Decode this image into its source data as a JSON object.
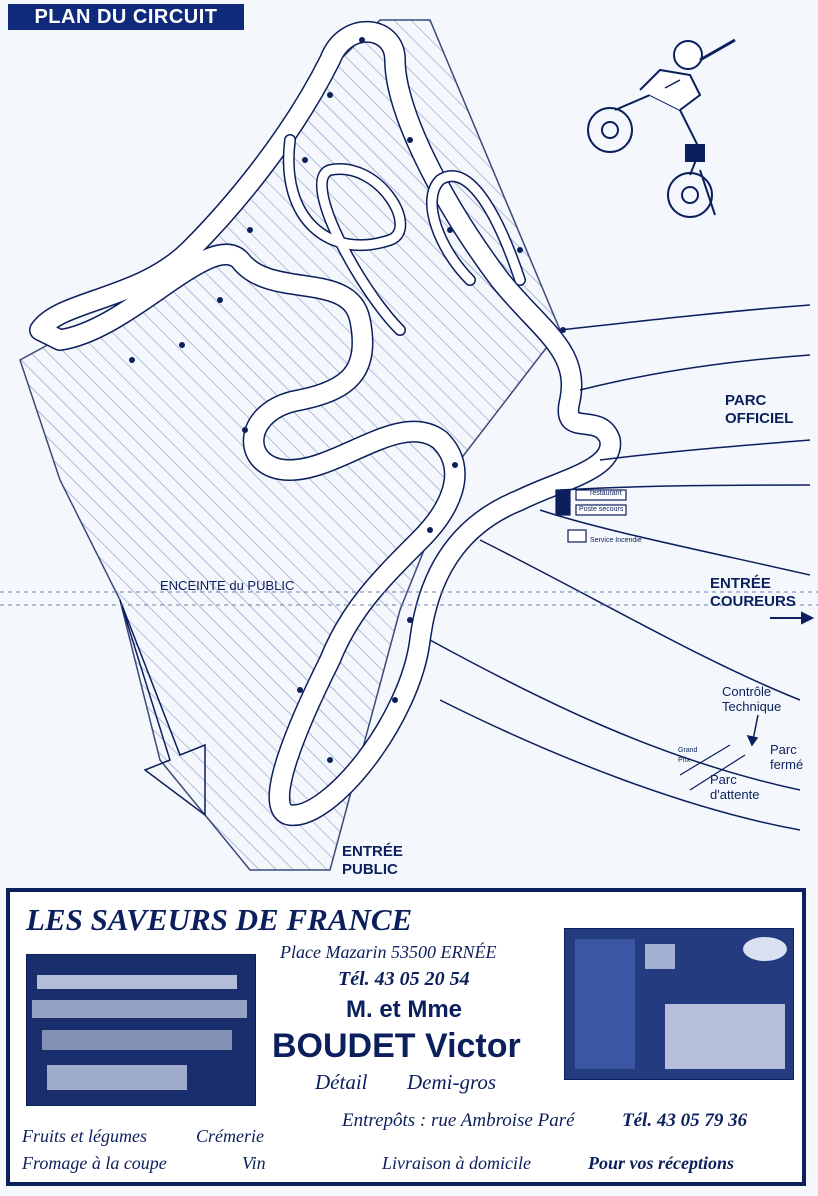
{
  "header": {
    "title": "PLAN DU CIRCUIT"
  },
  "map": {
    "labels": {
      "parc_officiel": "PARC OFFICIEL",
      "entree_coureurs": "ENTRÉE COUREURS",
      "enceinte": "ENCEINTE du PUBLIC",
      "controle": "Contrôle Technique",
      "parc_ferme": "Parc fermé",
      "parc_attente": "Parc d'attente",
      "entree_public": "ENTRÉE PUBLIC",
      "restaurant": "restaurant",
      "poste_secours": "Poste secours",
      "service_incendie": "Service Incendie",
      "grand_prix": "Grand Prix"
    },
    "colors": {
      "ink": "#0b1f5c",
      "track_fill": "#ffffff",
      "hatch": "#6b7fb8"
    },
    "icons": [
      "motocross-rider-illustration",
      "arrow-right-icon"
    ]
  },
  "ad": {
    "title": "LES SAVEURS DE FRANCE",
    "address": "Place Mazarin   53500 ERNÉE",
    "tel1": "Tél. 43 05 20 54",
    "owners_prefix": "M. et Mme",
    "owners_name": "BOUDET Victor",
    "detail": "Détail",
    "demi_gros": "Demi-gros",
    "entrepots": "Entrepôts : rue Ambroise Paré",
    "tel2": "Tél. 43 05 79 36",
    "livraison": "Livraison à domicile",
    "receptions": "Pour vos réceptions",
    "products_line1_a": "Fruits et légumes",
    "products_line1_b": "Crémerie",
    "products_line2_a": "Fromage à la coupe",
    "products_line2_b": "Vin"
  }
}
